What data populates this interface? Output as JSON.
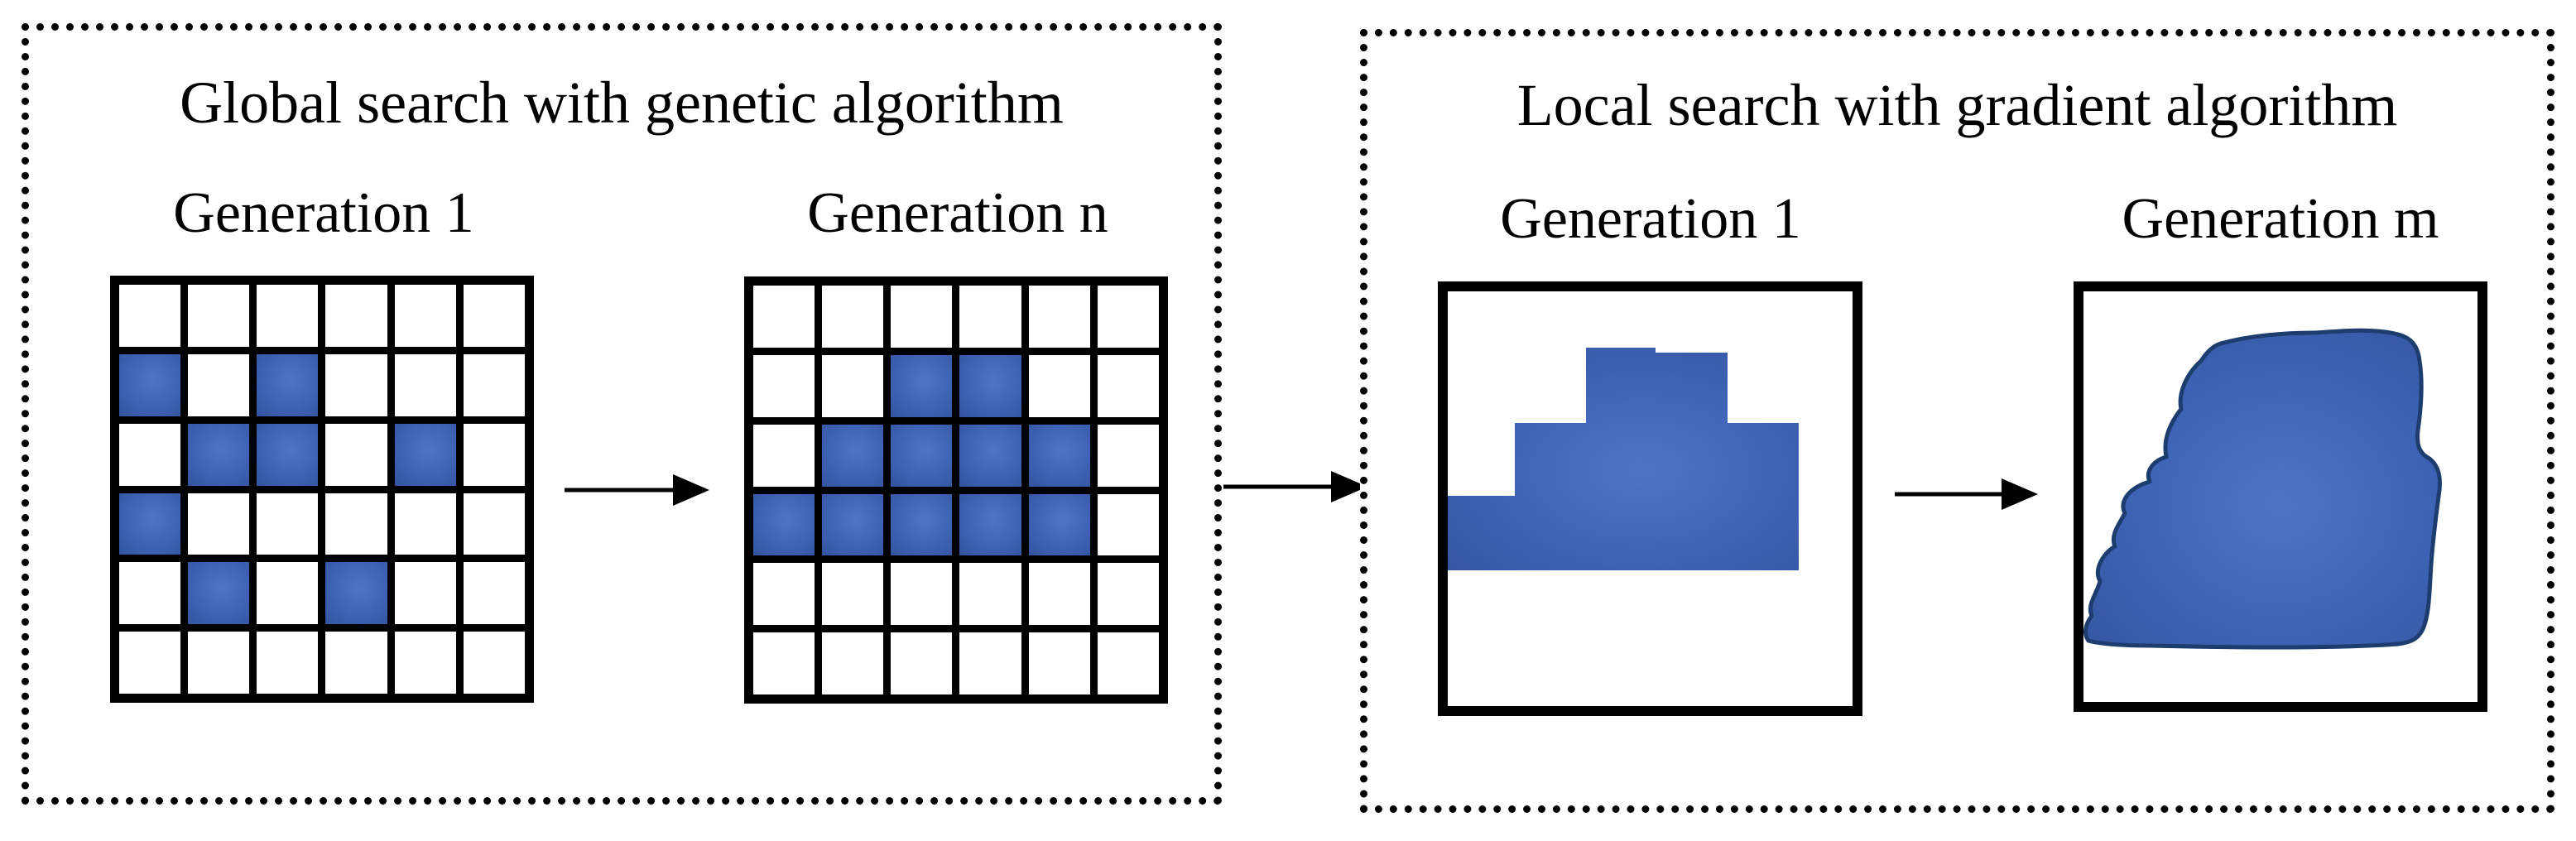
{
  "diagram": {
    "left_panel": {
      "title": "Global search with genetic algorithm",
      "stage1": {
        "label": "Generation 1"
      },
      "stage2": {
        "label": "Generation n"
      }
    },
    "right_panel": {
      "title": "Local search with gradient algorithm",
      "stage1": {
        "label": "Generation 1"
      },
      "stage2": {
        "label": "Generation m"
      }
    }
  },
  "grids": {
    "rows": 6,
    "cols": 6,
    "generation1": {
      "filled": [
        [
          1,
          0
        ],
        [
          1,
          2
        ],
        [
          2,
          1
        ],
        [
          2,
          2
        ],
        [
          2,
          4
        ],
        [
          3,
          0
        ],
        [
          4,
          1
        ],
        [
          4,
          3
        ]
      ]
    },
    "generationN": {
      "filled": [
        [
          1,
          2
        ],
        [
          1,
          3
        ],
        [
          2,
          1
        ],
        [
          2,
          2
        ],
        [
          2,
          3
        ],
        [
          2,
          4
        ],
        [
          3,
          0
        ],
        [
          3,
          1
        ],
        [
          3,
          2
        ],
        [
          3,
          3
        ],
        [
          3,
          4
        ]
      ]
    }
  },
  "shapes": {
    "stage3": "staircase-region",
    "stage4": "smooth-blob-region"
  },
  "colors": {
    "blue_light": "#4E74C8",
    "blue_mid": "#3E63B5",
    "blue_dark": "#33549F",
    "blob_outline": "#1D3D6E",
    "line_black": "#000000"
  }
}
